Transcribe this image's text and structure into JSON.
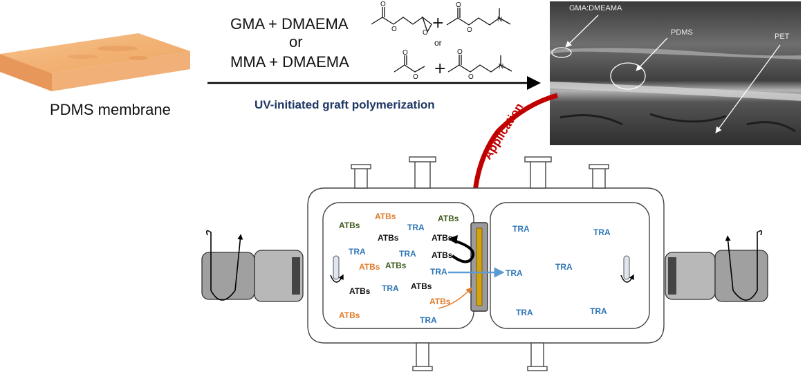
{
  "membrane_label": "PDMS membrane",
  "reaction": {
    "line1": "GMA + DMAEMA",
    "or_main": "or",
    "line2": "MMA + DMAEMA",
    "or_small": "or",
    "process": "UV-initiated graft polymerization"
  },
  "sem_labels": {
    "coating": "GMA:DMEAMA",
    "pdms": "PDMS",
    "pet": "PET"
  },
  "application_label": "Application",
  "colors": {
    "green": "#3d5a1e",
    "orange": "#e07b2a",
    "blue": "#2e75b6",
    "black": "#111111",
    "red": "#c00000",
    "process_text": "#1f3864"
  },
  "left_chamber": [
    {
      "text": "ATBs",
      "color": "green"
    },
    {
      "text": "ATBs",
      "color": "orange"
    },
    {
      "text": "TRA",
      "color": "blue"
    },
    {
      "text": "ATBs",
      "color": "green"
    },
    {
      "text": "ATBs",
      "color": "black"
    },
    {
      "text": "ATBs",
      "color": "black"
    },
    {
      "text": "TRA",
      "color": "blue"
    },
    {
      "text": "TRA",
      "color": "blue"
    },
    {
      "text": "ATBs",
      "color": "black"
    },
    {
      "text": "ATBs",
      "color": "orange"
    },
    {
      "text": "ATBs",
      "color": "green"
    },
    {
      "text": "TRA",
      "color": "blue"
    },
    {
      "text": "ATBs",
      "color": "black"
    },
    {
      "text": "TRA",
      "color": "blue"
    },
    {
      "text": "ATBs",
      "color": "black"
    },
    {
      "text": "ATBs",
      "color": "orange"
    },
    {
      "text": "ATBs",
      "color": "orange"
    },
    {
      "text": "TRA",
      "color": "blue"
    }
  ],
  "right_chamber": [
    {
      "text": "TRA",
      "color": "blue"
    },
    {
      "text": "TRA",
      "color": "blue"
    },
    {
      "text": "TRA",
      "color": "blue"
    },
    {
      "text": "TRA",
      "color": "blue"
    },
    {
      "text": "TRA",
      "color": "blue"
    },
    {
      "text": "TRA",
      "color": "blue"
    }
  ]
}
